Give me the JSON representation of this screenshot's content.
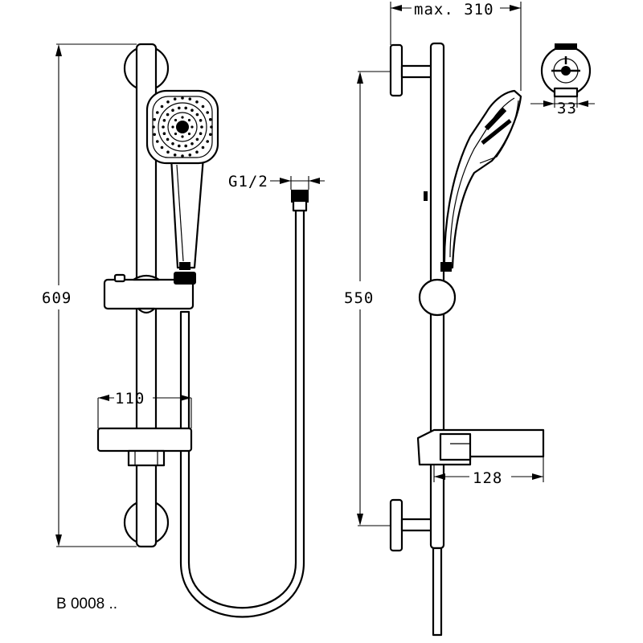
{
  "dimensions": {
    "overall_height": "609",
    "mount_spacing": "550",
    "max_projection": "max. 310",
    "thread": "G1/2",
    "tray_offset": "110",
    "tray_depth": "128",
    "bracket_width": "33"
  },
  "drawing_code": "B 0008 .."
}
